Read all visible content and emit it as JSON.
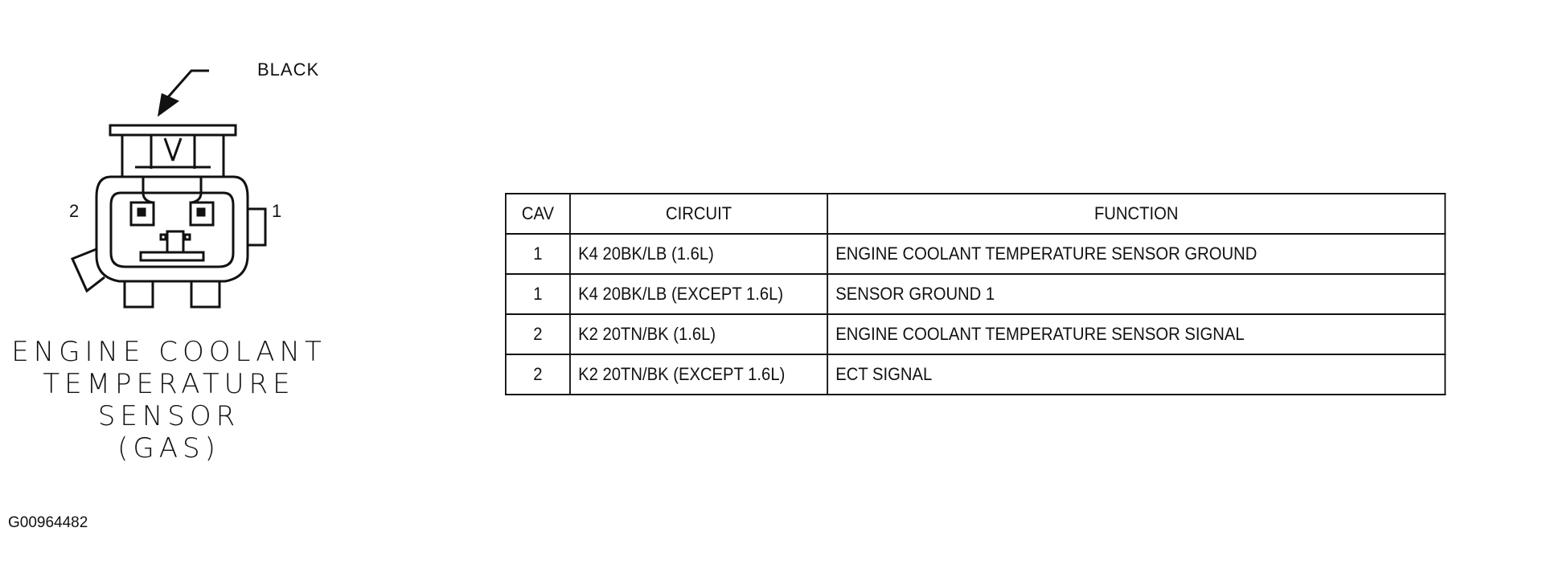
{
  "diagram": {
    "connector_color": "BLACK",
    "pin_labels": {
      "left": "2",
      "right": "1"
    },
    "caption_lines": [
      "ENGINE COOLANT",
      "TEMPERATURE",
      "SENSOR",
      "(GAS)"
    ],
    "figure_id": "G00964482"
  },
  "pinout_table": {
    "headers": [
      "CAV",
      "CIRCUIT",
      "FUNCTION"
    ],
    "rows": [
      {
        "cav": "1",
        "circuit": "K4 20BK/LB (1.6L)",
        "function": "ENGINE COOLANT TEMPERATURE SENSOR GROUND"
      },
      {
        "cav": "1",
        "circuit": "K4 20BK/LB (EXCEPT 1.6L)",
        "function": "SENSOR GROUND 1"
      },
      {
        "cav": "2",
        "circuit": "K2 20TN/BK (1.6L)",
        "function": "ENGINE COOLANT TEMPERATURE SENSOR SIGNAL"
      },
      {
        "cav": "2",
        "circuit": "K2 20TN/BK (EXCEPT 1.6L)",
        "function": "ECT SIGNAL"
      }
    ]
  },
  "colors": {
    "ink": "#111111",
    "background": "#ffffff"
  }
}
